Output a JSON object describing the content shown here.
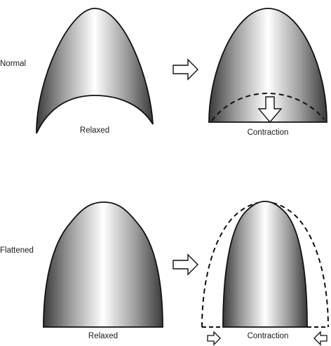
{
  "rows": {
    "normal": {
      "row_label": "Normal",
      "relaxed_label": "Relaxed",
      "contraction_label": "Contraction"
    },
    "flattened": {
      "row_label": "Flattened",
      "relaxed_label": "Relaxed",
      "contraction_label": "Contraction"
    }
  },
  "colors": {
    "outline": "#111111",
    "shade_dark": "#3a3a3a",
    "shade_light": "#ffffff"
  }
}
